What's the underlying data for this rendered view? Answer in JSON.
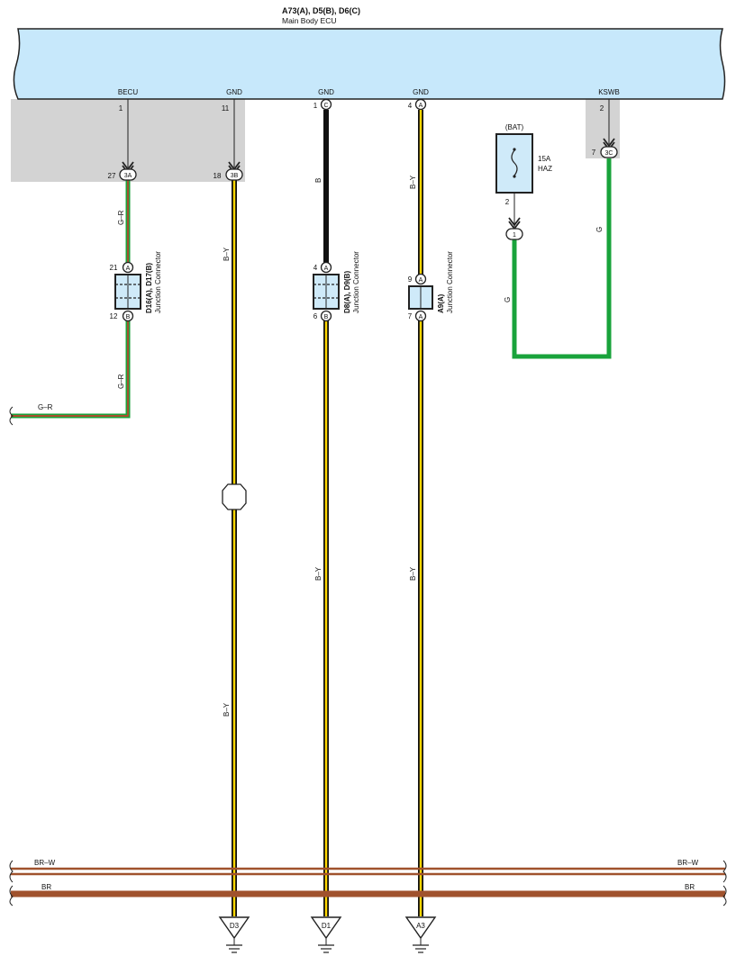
{
  "ecu": {
    "connector_title": "A73(A), D5(B), D6(C)",
    "name": "Main Body ECU",
    "terminals": {
      "becu": "BECU",
      "gnd1": "GND",
      "gnd2": "GND",
      "gnd3": "GND",
      "kswb": "KSWB"
    },
    "pins": {
      "becu": "1",
      "gnd1": "11",
      "gnd2": "1",
      "gnd2_conn": "C",
      "gnd3": "4",
      "gnd3_conn": "A",
      "kswb": "2"
    }
  },
  "junction_pins": {
    "j3a_pin": "27",
    "j3a_label": "3A",
    "j3b_pin": "18",
    "j3b_label": "3B",
    "j3c_pin": "7",
    "j3c_label": "3C"
  },
  "junction_connectors": {
    "jc1": {
      "title": "D16(A), D17(B)",
      "subtitle": "Junction Connector",
      "pin_top": "21",
      "conn_top": "A",
      "pin_bottom": "12",
      "conn_bottom": "B"
    },
    "jc2": {
      "title": "D8(A), D9(B)",
      "subtitle": "Junction Connector",
      "pin_top": "4",
      "conn_top": "A",
      "pin_bottom": "6",
      "conn_bottom": "B"
    },
    "jc3": {
      "title": "A9(A)",
      "subtitle": "Junction Connector",
      "pin_top": "9",
      "conn_top": "A",
      "pin_bottom": "7",
      "conn_bottom": "A"
    }
  },
  "fuse": {
    "source": "(BAT)",
    "rating": "15A",
    "name": "HAZ",
    "pin": "2",
    "out_conn": "1"
  },
  "wire_colors": {
    "w_gr_top": "G–R",
    "w_gr_mid": "G–R",
    "w_gr_left": "G–R",
    "w_by_1": "B–Y",
    "w_by_2": "B–Y",
    "w_b": "B",
    "w_by_3": "B–Y",
    "w_by_4": "B–Y",
    "w_by_5": "B–Y",
    "w_g_1": "G",
    "w_g_2": "G",
    "bus_brw_left": "BR–W",
    "bus_brw_right": "BR–W",
    "bus_br_left": "BR",
    "bus_br_right": "BR"
  },
  "grounds": {
    "g1": "D3",
    "g2": "D1",
    "g3": "A3"
  },
  "colors": {
    "ecu_fill": "#c7e8fb",
    "shade": "#d3d3d3",
    "green": "#19a33b",
    "red": "#d9352b",
    "yellow": "#ffd600",
    "black": "#111111",
    "brown": "#a0522d",
    "connector_fill": "#cfeaf9"
  }
}
